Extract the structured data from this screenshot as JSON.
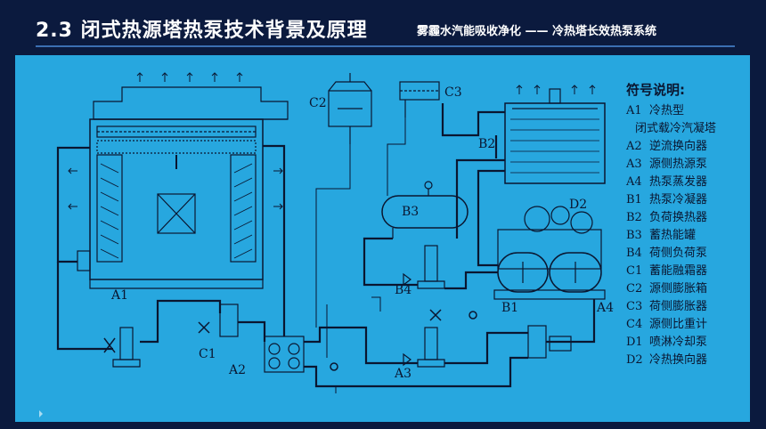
{
  "header": {
    "title": "2.3  闭式热源塔热泵技术背景及原理",
    "subtitle": "雾霾水汽能吸收净化 —— 冷热塔长效热泵系统"
  },
  "legend": {
    "title": "符号说明:",
    "items": [
      {
        "code": "A1",
        "name": "冷热型"
      },
      {
        "code": "",
        "name": "闭式载冷汽凝塔"
      },
      {
        "code": "A2",
        "name": "逆流换向器"
      },
      {
        "code": "A3",
        "name": "源侧热源泵"
      },
      {
        "code": "A4",
        "name": "热泵蒸发器"
      },
      {
        "code": "B1",
        "name": "热泵冷凝器"
      },
      {
        "code": "B2",
        "name": "负荷换热器"
      },
      {
        "code": "B3",
        "name": "蓄热能罐"
      },
      {
        "code": "B4",
        "name": "荷侧负荷泵"
      },
      {
        "code": "C1",
        "name": "蓄能融霜器"
      },
      {
        "code": "C2",
        "name": "源侧膨胀箱"
      },
      {
        "code": "C3",
        "name": "荷侧膨胀器"
      },
      {
        "code": "C4",
        "name": "源侧比重计"
      },
      {
        "code": "D1",
        "name": "喷淋冷却泵"
      },
      {
        "code": "D2",
        "name": "冷热换向器"
      }
    ]
  },
  "diagram_labels": {
    "a1": "A1",
    "a2": "A2",
    "a3": "A3",
    "a4": "A4",
    "b1": "B1",
    "b2": "B2",
    "b3": "B3",
    "b4": "B4",
    "c1": "C1",
    "c2": "C2",
    "c3": "C3",
    "d2": "D2"
  },
  "colors": {
    "background": "#0b1a3e",
    "panel": "#27a7df",
    "line": "#0a1630",
    "accent_rule": "#3b6fb3"
  }
}
